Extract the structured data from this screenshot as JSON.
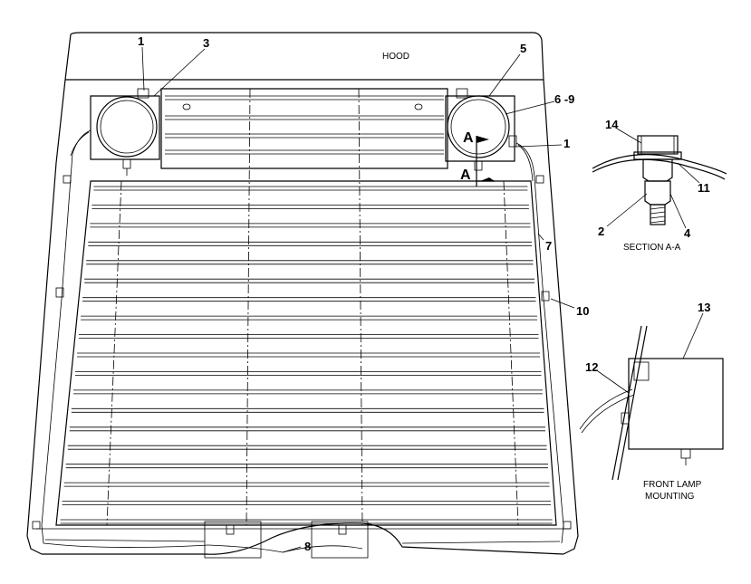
{
  "diagram": {
    "hood_label": "HOOD",
    "section_caption": "SECTION A-A",
    "mount_caption_line1": "FRONT LAMP",
    "mount_caption_line2": "MOUNTING",
    "section_marker_upper": "A",
    "section_marker_lower": "A",
    "callouts": {
      "c1_left": "1",
      "c3": "3",
      "c5": "5",
      "c6_9": "6 -9",
      "c1_right": "1",
      "c7": "7",
      "c10": "10",
      "c8": "8",
      "c14": "14",
      "c11": "11",
      "c2": "2",
      "c4": "4",
      "c13": "13",
      "c12": "12"
    }
  }
}
